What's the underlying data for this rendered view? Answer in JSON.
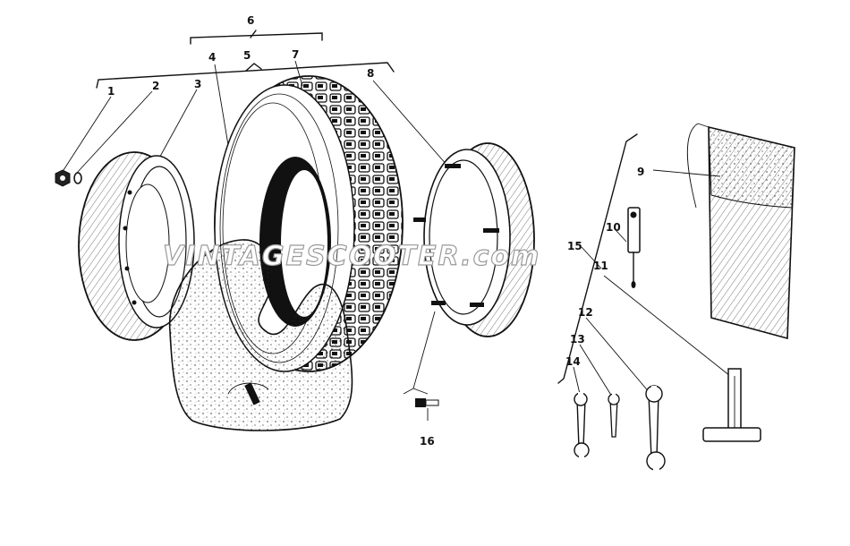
{
  "diagram": {
    "callouts": {
      "c1": "1",
      "c2": "2",
      "c3": "3",
      "c4": "4",
      "c5": "5",
      "c6": "6",
      "c7": "7",
      "c8": "8",
      "c9": "9",
      "c10": "10",
      "c11": "11",
      "c12": "12",
      "c13": "13",
      "c14": "14",
      "c15": "15",
      "c16": "16"
    },
    "watermark": "VINTAGESCOOTER.com"
  }
}
